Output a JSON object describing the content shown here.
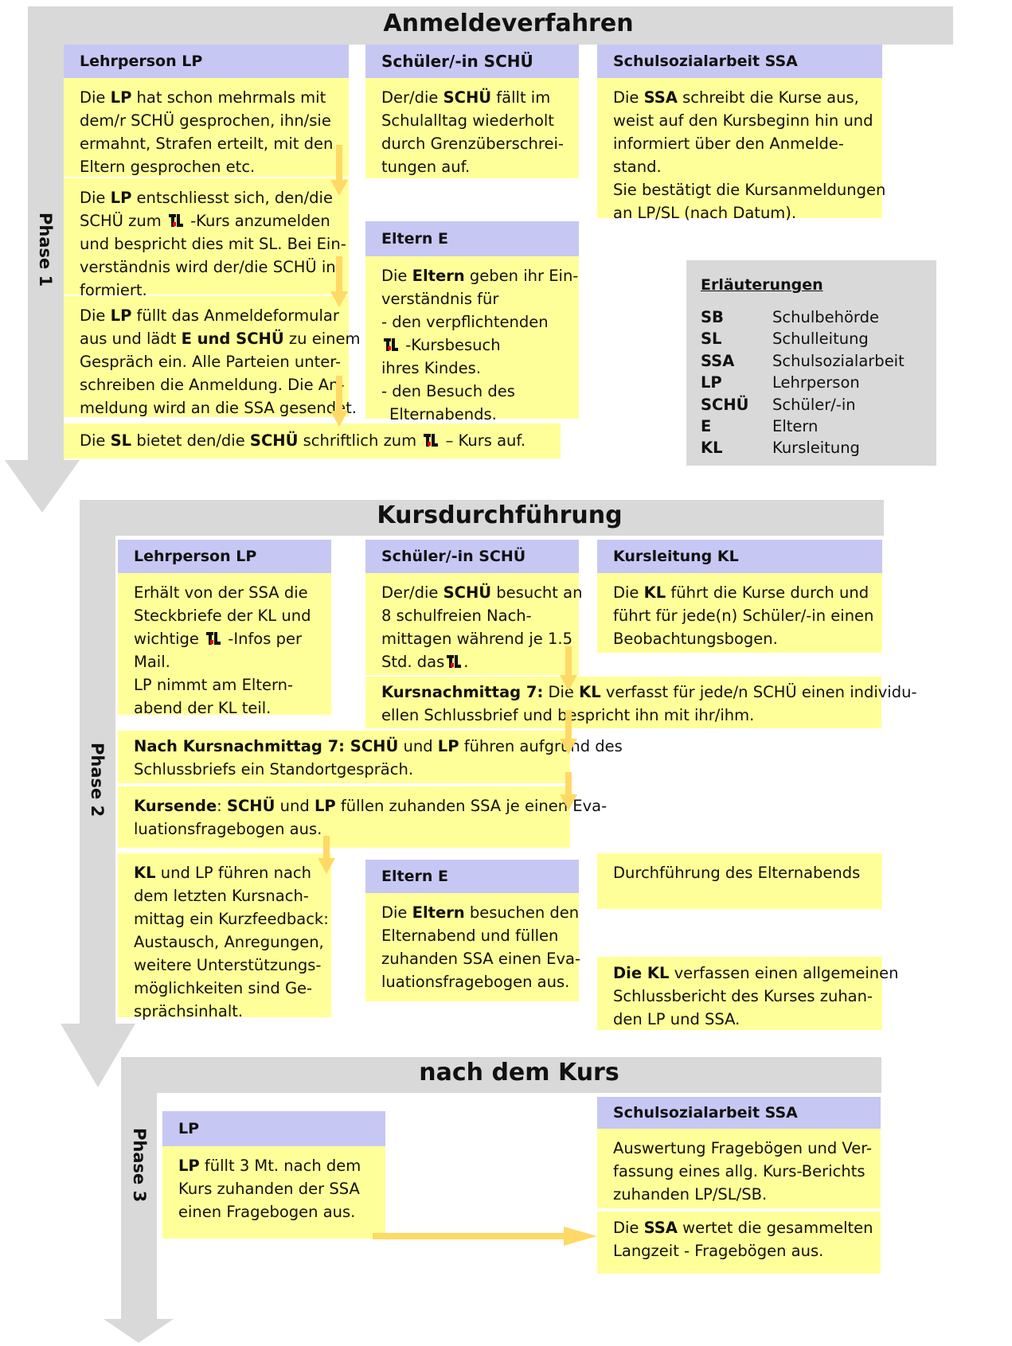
{
  "phase1": {
    "title": "Anmeldeverfahren",
    "phase_label": "Phase 1",
    "lp_header": "Lehrperson LP",
    "schue_header": "Schüler/-in SCHÜ",
    "ssa_header": "Schulsozialarbeit SSA",
    "eltern_header": "Eltern E",
    "lp_box1": [
      "Die ",
      "LP",
      " hat schon mehrmals mit",
      "dem/r SCHÜ gesprochen, ihn/sie",
      "ermahnt, Strafen erteilt, mit den",
      "Eltern gesprochen etc."
    ],
    "lp_box2": [
      "Die ",
      "LP",
      " entschliesst sich, den/die",
      "SCHÜ zum ",
      " -Kurs anzumelden",
      "und bespricht dies mit SL. Bei Ein-",
      "verständnis wird der/die SCHÜ in-",
      "formiert."
    ],
    "lp_box3": [
      "Die ",
      "LP",
      " füllt das Anmeldeformular",
      "aus und lädt ",
      "E und SCHÜ",
      " zu einem",
      "Gespräch ein. Alle Parteien unter-",
      "schreiben die Anmeldung. Die An-",
      "meldung wird an die SSA gesendet."
    ],
    "sl_box": [
      "Die ",
      "SL",
      " bietet den/die ",
      "SCHÜ",
      " schriftlich zum ",
      " – Kurs auf."
    ],
    "schue_box": [
      "Der/die ",
      "SCHÜ",
      " fällt im",
      "Schulalltag wiederholt",
      "durch Grenzüberschrei-",
      "tungen auf."
    ],
    "ssa_box": [
      "Die ",
      "SSA",
      " schreibt die Kurse aus,",
      "weist auf den Kursbeginn hin und",
      "informiert über den Anmelde-",
      "stand.",
      "Sie bestätigt die Kursanmeldungen",
      "an LP/SL (nach Datum)."
    ],
    "eltern_box": [
      "Die ",
      "Eltern",
      " geben ihr Ein-",
      "verständnis für",
      "- den verpflichtenden",
      " -Kursbesuch",
      " ihres Kindes.",
      "- den Besuch des",
      "  Elternabends."
    ]
  },
  "legend": {
    "title": "Erläuterungen",
    "items": [
      {
        "abbr": "SB",
        "full": "Schulbehörde"
      },
      {
        "abbr": "SL",
        "full": "Schulleitung"
      },
      {
        "abbr": "SSA",
        "full": "Schulsozialarbeit"
      },
      {
        "abbr": "LP",
        "full": "Lehrperson"
      },
      {
        "abbr": "SCHÜ",
        "full": "Schüler/-in"
      },
      {
        "abbr": "E",
        "full": "Eltern"
      },
      {
        "abbr": "KL",
        "full": "Kursleitung"
      }
    ]
  },
  "phase2": {
    "title": "Kursdurchführung",
    "phase_label": "Phase 2",
    "lp_header": "Lehrperson LP",
    "schue_header": "Schüler/-in SCHÜ",
    "kl_header": "Kursleitung KL",
    "eltern_header": "Eltern E",
    "lp_box": [
      "Erhält von der SSA die",
      "Steckbriefe der KL und",
      "wichtige ",
      " -Infos per",
      "Mail.",
      "LP nimmt am Eltern-",
      "abend der KL teil."
    ],
    "schue_box": [
      "Der/die ",
      "SCHÜ",
      " besucht an",
      "8 schulfreien Nach-",
      "mittagen während je 1.5",
      "Std. das",
      "."
    ],
    "kl_box": [
      "Die ",
      "KL",
      " führt die Kurse durch und",
      "führt für jede(n) Schüler/-in einen",
      "Beobachtungsbogen."
    ],
    "kn7_box": [
      "Kursnachmittag 7:",
      " Die ",
      "KL",
      " verfasst für jede/n SCHÜ einen individu-",
      "ellen Schlussbrief und bespricht ihn mit ihr/ihm."
    ],
    "nach_kn7_box": [
      "Nach Kursnachmittag 7: SCHÜ",
      " und ",
      "LP",
      " führen aufgrund des",
      "Schlussbriefs ein Standortgespräch."
    ],
    "kursende_box": [
      "Kursende",
      ": ",
      "SCHÜ",
      " und ",
      "LP",
      " füllen zuhanden SSA je einen Eva-",
      "luationsfragebogen aus."
    ],
    "feedback_box": [
      "KL",
      " und LP führen nach",
      "dem letzten Kursnach-",
      "mittag ein Kurzfeedback:",
      "Austausch, Anregungen,",
      "weitere Unterstützungs-",
      "möglichkeiten sind Ge-",
      "sprächsinhalt."
    ],
    "eltern_box": [
      "Die ",
      "Eltern",
      " besuchen den",
      "Elternabend und füllen",
      "zuhanden SSA einen Eva-",
      "luationsfragebogen aus."
    ],
    "elternabend_box": "Durchführung des Elternabends",
    "schlussbericht_box": [
      "Die KL",
      " verfassen einen allgemeinen",
      "Schlussbericht des Kurses zuhan-",
      "den LP und SSA."
    ]
  },
  "phase3": {
    "title": "nach dem Kurs",
    "phase_label": "Phase 3",
    "lp_header": "LP",
    "ssa_header": "Schulsozialarbeit SSA",
    "lp_box": [
      "LP",
      " füllt 3 Mt. nach dem",
      "Kurs zuhanden der SSA",
      "einen Fragebogen aus."
    ],
    "ssa_box1": [
      "Auswertung Fragebögen und Ver-",
      "fassung eines allg. Kurs-Berichts",
      "zuhanden LP/SL/SB."
    ],
    "ssa_box2": [
      "Die ",
      "SSA",
      " wertet die gesammelten",
      "Langzeit - Fragebögen aus."
    ]
  },
  "colors": {
    "header": "#c7c7f4",
    "box": "#ffff99",
    "band": "#d9d9d9",
    "arrow": "#ffd966"
  }
}
